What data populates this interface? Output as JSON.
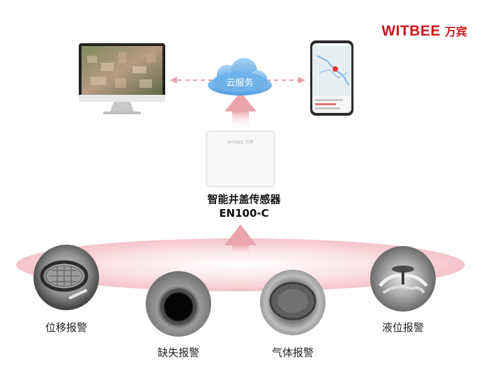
{
  "brand": {
    "name_en": "WITBEE",
    "name_cn": "万宾"
  },
  "cloud": {
    "label": "云服务"
  },
  "sensor": {
    "name": "智能井盖传感器",
    "model": "EN100-C",
    "device_label": "WITBEE 万宾"
  },
  "alarms": [
    {
      "label": "位移报警"
    },
    {
      "label": "缺失报警"
    },
    {
      "label": "气体报警"
    },
    {
      "label": "液位报警"
    }
  ],
  "colors": {
    "brand_red": "#c8161d",
    "cloud_blue": "#5aa9e6",
    "arrow_pink": "#e8a0a8",
    "ellipse_pink": "#f6c9cf"
  },
  "icons": [
    "monitor-icon",
    "phone-icon",
    "cloud-icon",
    "sensor-device-icon"
  ]
}
